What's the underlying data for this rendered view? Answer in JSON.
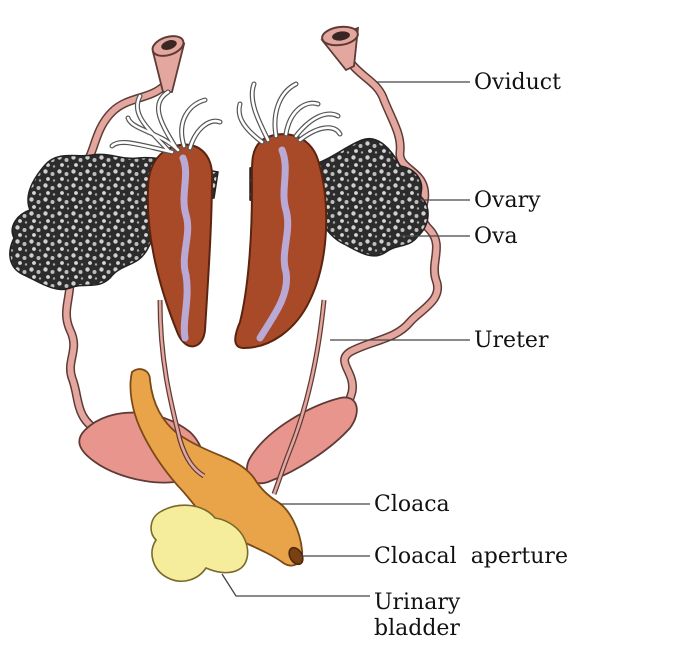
{
  "labels": {
    "oviduct": "Oviduct",
    "ovary": "Ovary",
    "ova": "Ova",
    "ureter": "Ureter",
    "cloaca": "Cloaca",
    "cloacal_aperture": "Cloacal  aperture",
    "urinary_bladder_line1": "Urinary",
    "urinary_bladder_line2": "bladder"
  },
  "colors": {
    "kidney": "#a84a28",
    "kidney_edge": "#5a2410",
    "kidney_core": "#b9a9d4",
    "oviduct": "#e4a7a0",
    "ovisac": "#e8958e",
    "cloaca": "#e9a44a",
    "bladder": "#f5ec9c",
    "ovary_ink": "#2a2a2a",
    "text": "#111111"
  }
}
